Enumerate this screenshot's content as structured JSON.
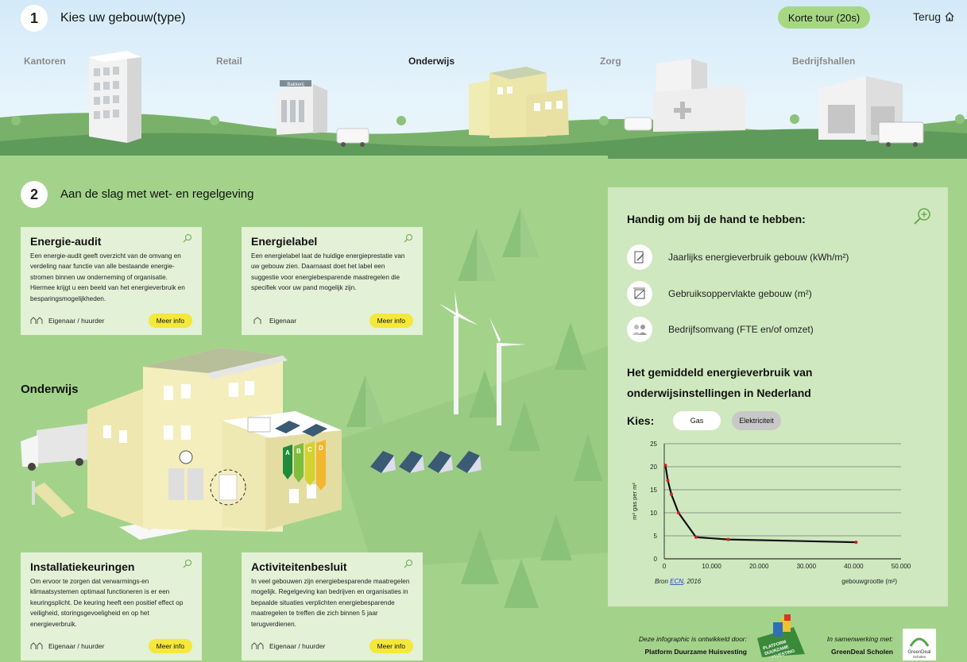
{
  "step1": {
    "number": "1",
    "title": "Kies uw gebouw(type)"
  },
  "header": {
    "tour_label": "Korte tour (20s)",
    "back_label": "Terug"
  },
  "categories": [
    {
      "label": "Kantoren",
      "active": false
    },
    {
      "label": "Retail",
      "active": false
    },
    {
      "label": "Onderwijs",
      "active": true
    },
    {
      "label": "Zorg",
      "active": false
    },
    {
      "label": "Bedrijfshallen",
      "active": false
    }
  ],
  "step2": {
    "number": "2",
    "title": "Aan de slag met wet- en regelgeving"
  },
  "scene": {
    "building_label": "Onderwijs",
    "store_sign": "Bakkerij"
  },
  "energy_label_letters": [
    "A",
    "B",
    "C",
    "D"
  ],
  "cards": {
    "audit": {
      "title": "Energie-audit",
      "text": "Een energie-audit geeft overzicht van de omvang en verdeling naar functie van alle bestaande energie- stromen binnen uw onderneming of organisatie. Hiermee krijgt u een beeld van het energieverbruik en besparingsmogelijkheden.",
      "owner": "Eigenaar / huurder",
      "button": "Meer info"
    },
    "label": {
      "title": "Energielabel",
      "text": "Een energielabel laat de huidige energieprestatie van uw gebouw zien. Daarnaast doet het label een suggestie voor energiebesparende maatregelen die specifiek voor uw pand mogelijk zijn.",
      "owner": "Eigenaar",
      "button": "Meer info"
    },
    "install": {
      "title": "Installatiekeuringen",
      "text": "Om ervoor te zorgen dat verwarmings-en klimaatsystemen optimaal functioneren is er een keuringsplicht. De keuring heeft een positief effect op veiligheid, storingsgevoeligheid en op het energieverbruik.",
      "owner": "Eigenaar / huurder",
      "button": "Meer info"
    },
    "activity": {
      "title": "Activiteitenbesluit",
      "text": "In veel gebouwen zijn energiebesparende maatregelen mogelijk. Regelgeving kan bedrijven en organisaties in bepaalde situaties verplichten energiebesparende maatregelen te treffen die zich binnen 5 jaar terugverdienen.",
      "owner": "Eigenaar / huurder",
      "button": "Meer info"
    }
  },
  "panel": {
    "heading": "Handig om bij de hand te hebben:",
    "items": [
      {
        "icon": "document-pencil-icon",
        "label": "Jaarlijks energieverbruik gebouw (kWh/m²)"
      },
      {
        "icon": "area-measure-icon",
        "label": "Gebruiksoppervlakte gebouw (m²)"
      },
      {
        "icon": "people-icon",
        "label": "Bedrijfsomvang (FTE en/of omzet)"
      }
    ],
    "chart_heading": "Het gemiddeld energieverbruik van onderwijsinstellingen in Nederland",
    "kies_label": "Kies:",
    "toggle_gas": "Gas",
    "toggle_elec": "Elektriciteit"
  },
  "chart_data": {
    "type": "line",
    "ylabel": "m³ gas per m²",
    "xlabel": "gebouwgrootte (m²)",
    "source_prefix": "Bron",
    "source_link": "ECN",
    "source_suffix": ", 2016",
    "xlim": [
      0,
      50000
    ],
    "ylim": [
      0,
      25
    ],
    "x_ticks": [
      "0",
      "10.000",
      "20.000",
      "30.000",
      "40.000",
      "50.000"
    ],
    "y_ticks": [
      "0",
      "5",
      "10",
      "15",
      "20",
      "25"
    ],
    "grid": true,
    "series": [
      {
        "x": [
          250,
          750,
          1500,
          3000,
          6700,
          13500,
          40500
        ],
        "y": [
          20.3,
          17,
          14,
          10,
          4.7,
          4.2,
          3.6
        ]
      }
    ]
  },
  "footer": {
    "developed_by": "Deze infographic is ontwikkeld door:",
    "developer": "Platform Duurzame Huisvesting",
    "collab_by": "In samenwerking met:",
    "collaborator": "GreenDeal Scholen",
    "logo1_text": [
      "PLATFORM",
      "DUURZAME",
      "HUISVESTING"
    ],
    "logo2_text": [
      "GreenDeal",
      "Scholen"
    ]
  },
  "colors": {
    "accent_green": "#a6d884",
    "button_yellow": "#f4e83a",
    "card_bg": "#e3f1d6",
    "panel_bg": "#cfe8bf",
    "chart_line": "#111111",
    "chart_points": "#cc2222"
  }
}
